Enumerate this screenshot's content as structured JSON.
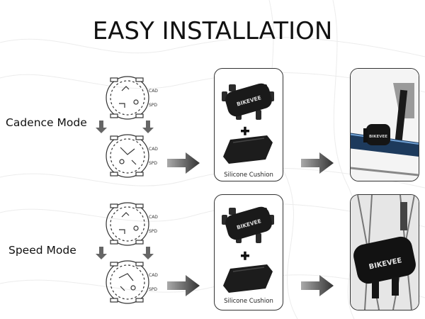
{
  "title": "EASY INSTALLATION",
  "rows": [
    {
      "mode_label": "Cadence Mode",
      "accessory_caption": "Silicone Cushion",
      "brand_logo": "BIKEVEE",
      "dial_labels": [
        "CAD",
        "SPD"
      ]
    },
    {
      "mode_label": "Speed Mode",
      "accessory_caption": "Silicone Cushion",
      "brand_logo": "BIKEVEE",
      "dial_labels": [
        "CAD",
        "SPD"
      ]
    }
  ],
  "icons": [
    "arrow-right-icon",
    "down-arrow-icon",
    "plus-icon"
  ]
}
